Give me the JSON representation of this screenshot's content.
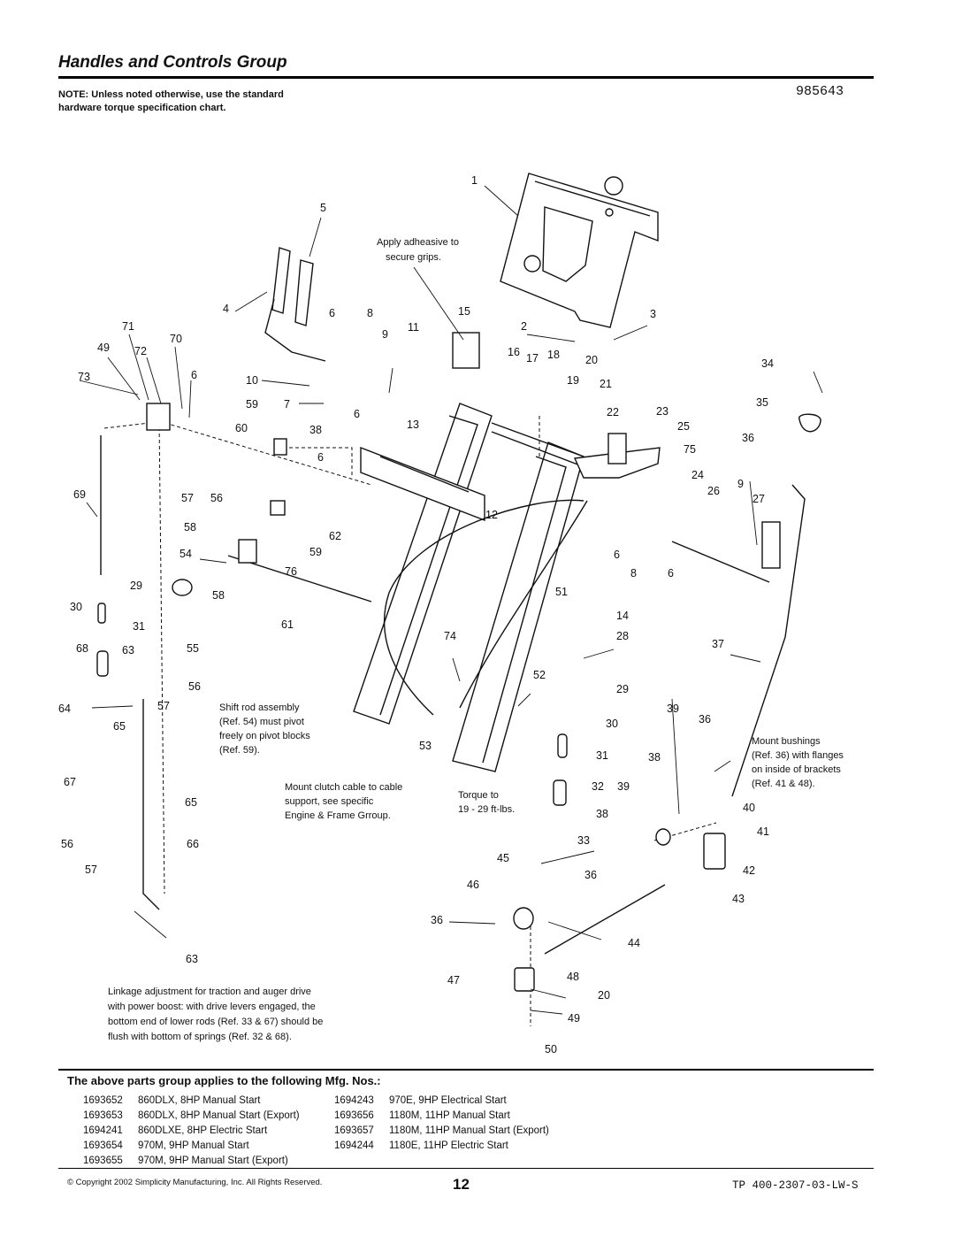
{
  "header": {
    "title": "Handles and Controls Group",
    "doc_number": "985643",
    "note": "NOTE: Unless noted otherwise, use the standard hardware torque specification chart."
  },
  "diagram": {
    "callouts": [
      "1",
      "2",
      "3",
      "4",
      "5",
      "6",
      "7",
      "8",
      "9",
      "10",
      "11",
      "12",
      "13",
      "14",
      "15",
      "16",
      "17",
      "18",
      "19",
      "20",
      "21",
      "22",
      "23",
      "24",
      "25",
      "26",
      "27",
      "28",
      "29",
      "30",
      "31",
      "32",
      "33",
      "34",
      "35",
      "36",
      "37",
      "38",
      "39",
      "40",
      "41",
      "42",
      "43",
      "44",
      "45",
      "46",
      "47",
      "48",
      "49",
      "50",
      "51",
      "52",
      "53",
      "54",
      "55",
      "56",
      "57",
      "58",
      "59",
      "60",
      "61",
      "62",
      "63",
      "64",
      "65",
      "66",
      "67",
      "68",
      "69",
      "70",
      "71",
      "72",
      "73",
      "74",
      "75",
      "76"
    ],
    "annotations": {
      "adhesive": [
        "Apply adheasive to",
        "secure grips."
      ],
      "shift_rod": [
        "Shift rod assembly",
        "(Ref. 54) must pivot",
        "freely on pivot blocks",
        "(Ref. 59)."
      ],
      "clutch_cable": [
        "Mount clutch cable to cable",
        "support, see  specific",
        "Engine & Frame Grroup."
      ],
      "torque": [
        "Torque to",
        "19 - 29 ft-lbs."
      ],
      "bushings": [
        "Mount bushings",
        "(Ref. 36) with flanges",
        "on inside of brackets",
        "(Ref. 41 & 48)."
      ],
      "linkage": [
        "Linkage adjustment for traction and auger drive",
        "with power boost: with drive levers engaged, the",
        "bottom end of lower rods (Ref. 33 & 67) should be",
        "flush with bottom of springs (Ref. 32 & 68)."
      ]
    }
  },
  "applies_heading": "The above parts group applies to the following Mfg. Nos.:",
  "mfg_left": [
    {
      "num": "1693652",
      "desc": "860DLX, 8HP Manual Start"
    },
    {
      "num": "1693653",
      "desc": "860DLX, 8HP Manual Start (Export)"
    },
    {
      "num": "1694241",
      "desc": "860DLXE, 8HP Electric Start"
    },
    {
      "num": "1693654",
      "desc": "970M, 9HP Manual Start"
    },
    {
      "num": "1693655",
      "desc": "970M, 9HP Manual Start (Export)"
    }
  ],
  "mfg_right": [
    {
      "num": "1694243",
      "desc": "970E, 9HP Electrical Start"
    },
    {
      "num": "1693656",
      "desc": "1180M, 11HP Manual Start"
    },
    {
      "num": "1693657",
      "desc": "1180M, 11HP Manual Start (Export)"
    },
    {
      "num": "1694244",
      "desc": "1180E, 11HP Electric Start"
    }
  ],
  "footer": {
    "copyright": "© Copyright 2002 Simplicity Manufacturing, Inc. All Rights Reserved.",
    "page": "12",
    "tp": "TP 400-2307-03-LW-S"
  }
}
